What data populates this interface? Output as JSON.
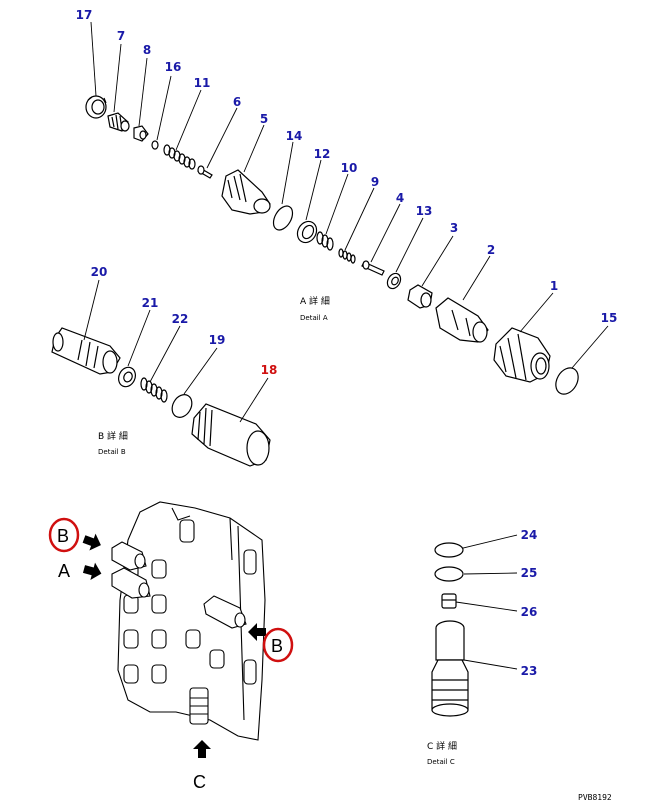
{
  "callout_colors": {
    "default": "#1a1aa8",
    "highlight": "#d01010",
    "circle": "#d01010"
  },
  "callouts": [
    {
      "id": "17",
      "label": "17",
      "color": "default"
    },
    {
      "id": "7",
      "label": "7",
      "color": "default"
    },
    {
      "id": "8",
      "label": "8",
      "color": "default"
    },
    {
      "id": "16",
      "label": "16",
      "color": "default"
    },
    {
      "id": "11",
      "label": "11",
      "color": "default"
    },
    {
      "id": "6",
      "label": "6",
      "color": "default"
    },
    {
      "id": "5",
      "label": "5",
      "color": "default"
    },
    {
      "id": "14",
      "label": "14",
      "color": "default"
    },
    {
      "id": "12",
      "label": "12",
      "color": "default"
    },
    {
      "id": "10",
      "label": "10",
      "color": "default"
    },
    {
      "id": "9",
      "label": "9",
      "color": "default"
    },
    {
      "id": "4",
      "label": "4",
      "color": "default"
    },
    {
      "id": "13",
      "label": "13",
      "color": "default"
    },
    {
      "id": "3",
      "label": "3",
      "color": "default"
    },
    {
      "id": "2",
      "label": "2",
      "color": "default"
    },
    {
      "id": "1",
      "label": "1",
      "color": "default"
    },
    {
      "id": "15",
      "label": "15",
      "color": "default"
    },
    {
      "id": "20",
      "label": "20",
      "color": "default"
    },
    {
      "id": "21",
      "label": "21",
      "color": "default"
    },
    {
      "id": "22",
      "label": "22",
      "color": "default"
    },
    {
      "id": "19",
      "label": "19",
      "color": "default"
    },
    {
      "id": "18",
      "label": "18",
      "color": "highlight"
    },
    {
      "id": "24",
      "label": "24",
      "color": "default"
    },
    {
      "id": "25",
      "label": "25",
      "color": "default"
    },
    {
      "id": "26",
      "label": "26",
      "color": "default"
    },
    {
      "id": "23",
      "label": "23",
      "color": "default"
    }
  ],
  "detail_captions": {
    "a": {
      "jp": "A 詳 細",
      "en": "Detail   A"
    },
    "b": {
      "jp": "B 詳 細",
      "en": "Detail   B"
    },
    "c": {
      "jp": "C 詳 細",
      "en": "Detail   C"
    }
  },
  "view_letters": {
    "b_top": "B",
    "a": "A",
    "b_right": "B",
    "c": "C"
  },
  "drawing_code": "PVB8192"
}
